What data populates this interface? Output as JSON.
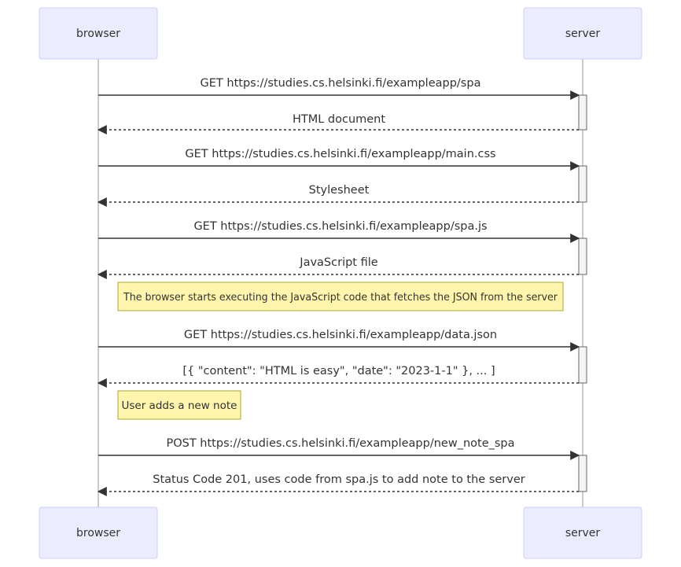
{
  "actors": [
    {
      "id": "browser",
      "label": "browser"
    },
    {
      "id": "server",
      "label": "server"
    }
  ],
  "steps": [
    {
      "type": "message",
      "from": "browser",
      "to": "server",
      "style": "solid",
      "text": "GET https://studies.cs.helsinki.fi/exampleapp/spa",
      "activate": true
    },
    {
      "type": "message",
      "from": "server",
      "to": "browser",
      "style": "dashed",
      "text": "HTML document",
      "deactivate": true
    },
    {
      "type": "message",
      "from": "browser",
      "to": "server",
      "style": "solid",
      "text": "GET https://studies.cs.helsinki.fi/exampleapp/main.css",
      "activate": true
    },
    {
      "type": "message",
      "from": "server",
      "to": "browser",
      "style": "dashed",
      "text": "Stylesheet",
      "deactivate": true
    },
    {
      "type": "message",
      "from": "browser",
      "to": "server",
      "style": "solid",
      "text": "GET https://studies.cs.helsinki.fi/exampleapp/spa.js",
      "activate": true
    },
    {
      "type": "message",
      "from": "server",
      "to": "browser",
      "style": "dashed",
      "text": "JavaScript file",
      "deactivate": true
    },
    {
      "type": "note",
      "text": "The browser starts executing the JavaScript code that fetches the JSON from the server"
    },
    {
      "type": "message",
      "from": "browser",
      "to": "server",
      "style": "solid",
      "text": "GET https://studies.cs.helsinki.fi/exampleapp/data.json",
      "activate": true
    },
    {
      "type": "message",
      "from": "server",
      "to": "browser",
      "style": "dashed",
      "text": "[{ \"content\": \"HTML is easy\", \"date\": \"2023-1-1\" }, ... ]",
      "deactivate": true
    },
    {
      "type": "note",
      "text": "User adds a new note"
    },
    {
      "type": "message",
      "from": "browser",
      "to": "server",
      "style": "solid",
      "text": "POST https://studies.cs.helsinki.fi/exampleapp/new_note_spa",
      "activate": true
    },
    {
      "type": "message",
      "from": "server",
      "to": "browser",
      "style": "dashed",
      "text": "Status Code 201, uses code from spa.js to add note to the server",
      "deactivate": true
    }
  ]
}
